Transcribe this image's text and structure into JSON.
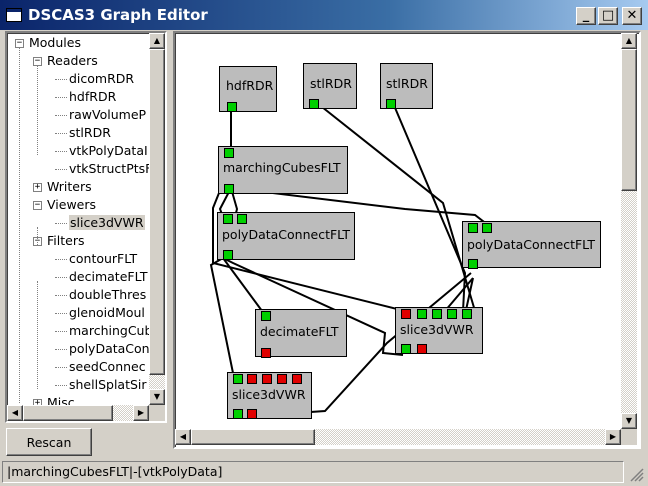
{
  "window": {
    "title": "DSCAS3 Graph Editor",
    "minimize": "_",
    "maximize": "□",
    "close": "✕"
  },
  "tree": {
    "rows": [
      {
        "label": "Modules",
        "level": 0,
        "expander": "−"
      },
      {
        "label": "Readers",
        "level": 1,
        "expander": "−"
      },
      {
        "label": "dicomRDR",
        "level": 2
      },
      {
        "label": "hdfRDR",
        "level": 2
      },
      {
        "label": "rawVolumeP",
        "level": 2
      },
      {
        "label": "stlRDR",
        "level": 2
      },
      {
        "label": "vtkPolyDataI",
        "level": 2
      },
      {
        "label": "vtkStructPtsF",
        "level": 2
      },
      {
        "label": "Writers",
        "level": 1,
        "expander": "+"
      },
      {
        "label": "Viewers",
        "level": 1,
        "expander": "−"
      },
      {
        "label": "slice3dVWR",
        "level": 2,
        "selected": true
      },
      {
        "label": "Filters",
        "level": 1,
        "expander": "−"
      },
      {
        "label": "contourFLT",
        "level": 2
      },
      {
        "label": "decimateFLT",
        "level": 2
      },
      {
        "label": "doubleThres",
        "level": 2
      },
      {
        "label": "glenoidMoul",
        "level": 2
      },
      {
        "label": "marchingCub",
        "level": 2
      },
      {
        "label": "polyDataCon",
        "level": 2
      },
      {
        "label": "seedConnec",
        "level": 2
      },
      {
        "label": "shellSplatSir",
        "level": 2
      },
      {
        "label": "Misc",
        "level": 1,
        "expander": "+"
      }
    ]
  },
  "buttons": {
    "rescan": "Rescan"
  },
  "status": {
    "text": "|marchingCubesFLT|-[vtkPolyData]"
  },
  "nodes": [
    {
      "id": "hdf",
      "label": "hdfRDR"
    },
    {
      "id": "stl1",
      "label": "stlRDR"
    },
    {
      "id": "stl2",
      "label": "stlRDR"
    },
    {
      "id": "mc",
      "label": "marchingCubesFLT"
    },
    {
      "id": "pdc1",
      "label": "polyDataConnectFLT"
    },
    {
      "id": "pdc2",
      "label": "polyDataConnectFLT"
    },
    {
      "id": "dec",
      "label": "decimateFLT"
    },
    {
      "id": "sv1",
      "label": "slice3dVWR"
    },
    {
      "id": "sv2",
      "label": "slice3dVWR"
    }
  ],
  "colors": {
    "port_ok": "#00d000",
    "port_empty": "#e00000",
    "node_fill": "#bcbcbc"
  }
}
